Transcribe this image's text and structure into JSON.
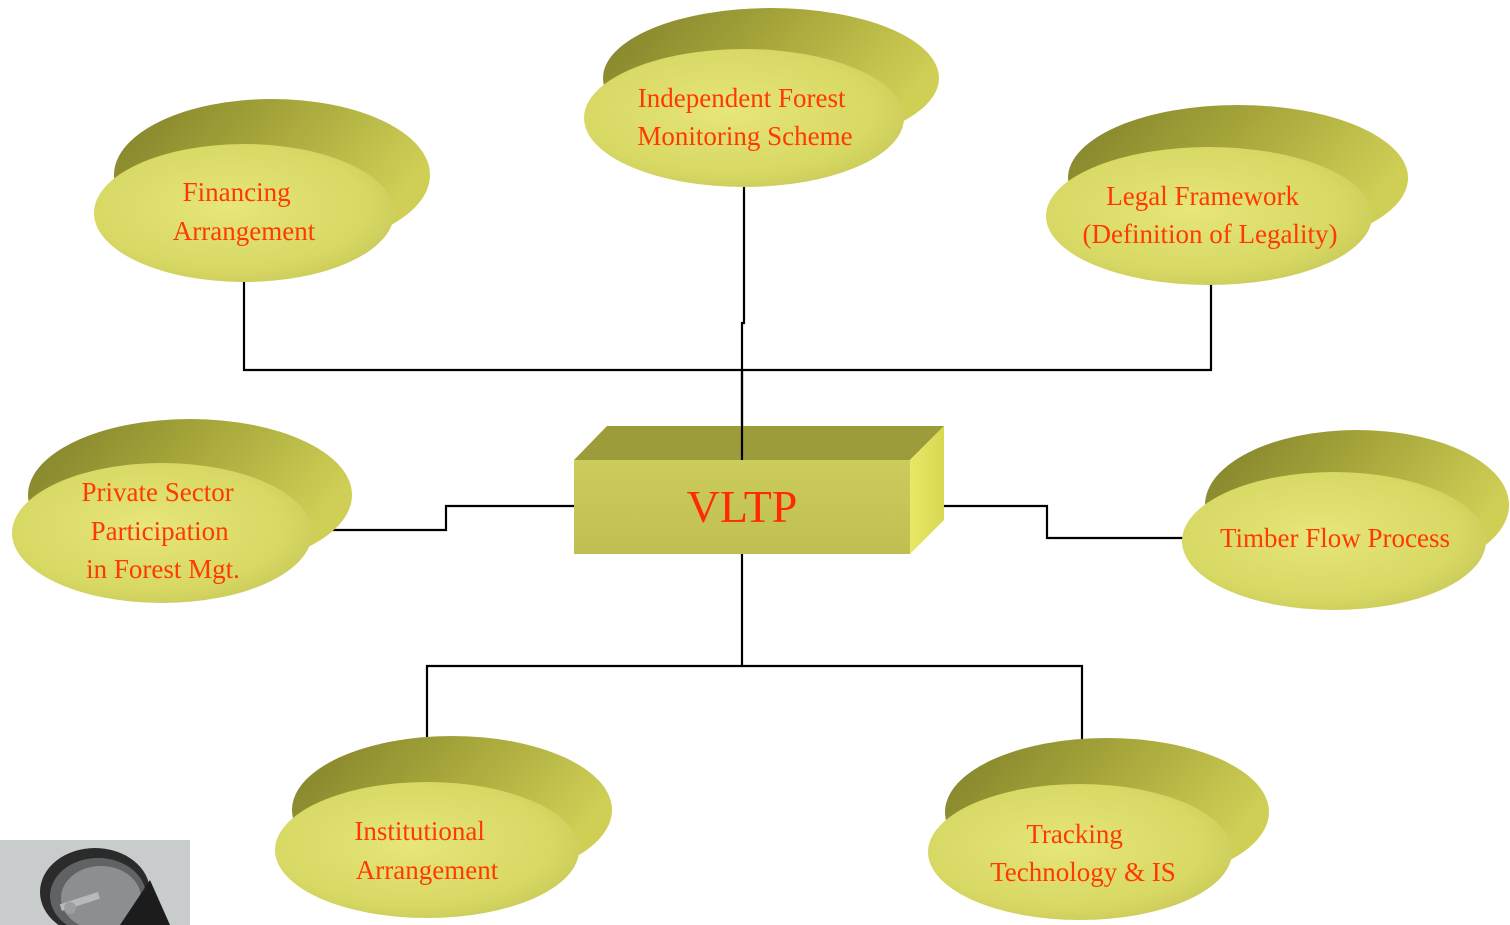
{
  "center": {
    "label": "VLTP"
  },
  "nodes": [
    {
      "id": "financing",
      "lines": [
        "Financing",
        "Arrangement"
      ]
    },
    {
      "id": "monitoring",
      "lines": [
        "Independent Forest",
        "Monitoring Scheme"
      ]
    },
    {
      "id": "legal",
      "lines": [
        "Legal Framework",
        "(Definition of Legality)"
      ]
    },
    {
      "id": "private",
      "lines": [
        "Private Sector",
        "Participation",
        "in Forest Mgt."
      ]
    },
    {
      "id": "timber",
      "lines": [
        "Timber Flow Process"
      ]
    },
    {
      "id": "institutional",
      "lines": [
        "Institutional",
        "Arrangement"
      ]
    },
    {
      "id": "tracking",
      "lines": [
        "Tracking",
        "Technology & IS"
      ]
    }
  ],
  "colors": {
    "node_top": "#a8a83c",
    "node_face": "#dede6a",
    "box_front": "#c8c85a",
    "box_top": "#9a9a3a",
    "box_side": "#e2e25c",
    "text": "#ff3a00",
    "line": "#000000"
  }
}
